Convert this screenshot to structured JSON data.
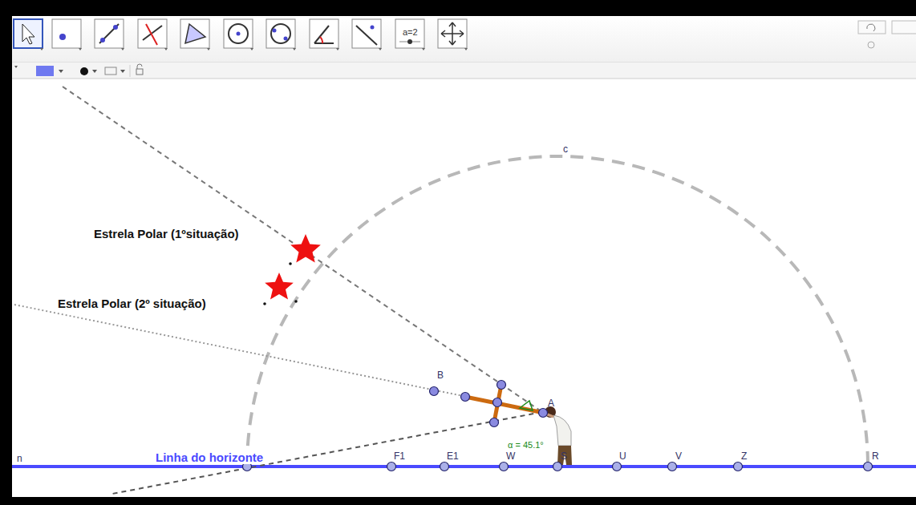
{
  "diagram": {
    "labels": [
      "a=2",
      "Estrela Polar (1ºsituação)",
      "Estrela Polar (2º situação)",
      "c",
      "B",
      "A",
      "α = 45.1°",
      "n",
      "Linha do horizonte",
      "F1",
      "E1",
      "W",
      "S",
      "U",
      "V",
      "Z",
      "R"
    ]
  }
}
